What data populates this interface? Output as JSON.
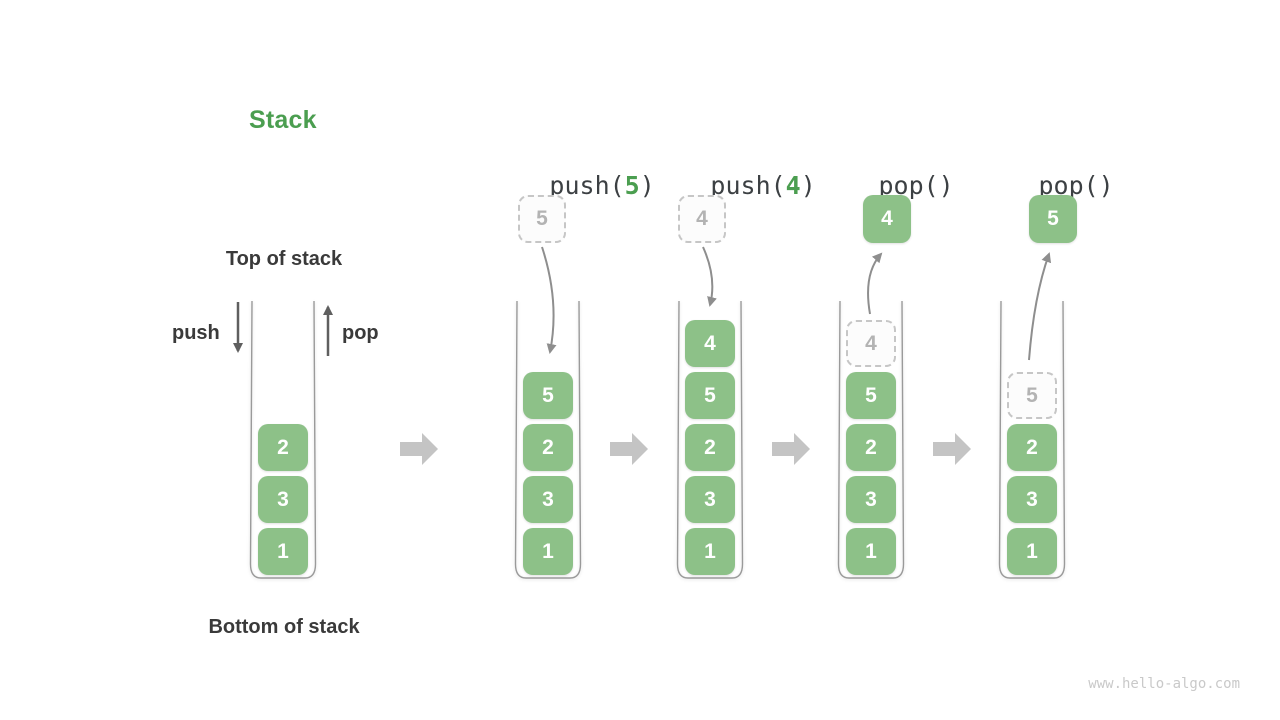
{
  "title": "Stack",
  "annotations": {
    "top_of_stack": "Top of stack",
    "bottom_of_stack": "Bottom of stack",
    "push_label": "push",
    "pop_label": "pop"
  },
  "watermark": "www.hello-algo.com",
  "colors": {
    "block_green": "#8DC188",
    "accent_green": "#4B9E50",
    "text_dark": "#3A3A3A",
    "mono_text": "#3C4043",
    "curve_arrow_gray": "#8E8E8E",
    "straight_arrow_gray": "#5F5F5F",
    "flow_arrow_gray": "#C4C4C4",
    "ghost_border_gray": "#C6C6C6",
    "ghost_text_gray": "#B3B3B3",
    "container_gray": "#9A9A9A",
    "watermark_gray": "#C9C9C9"
  },
  "columns": [
    {
      "op": null,
      "floating": null,
      "cells": [
        {
          "v": "2",
          "ghost": false
        },
        {
          "v": "3",
          "ghost": false
        },
        {
          "v": "1",
          "ghost": false
        }
      ]
    },
    {
      "op": {
        "pre": "push(",
        "arg": "5",
        "post": ")"
      },
      "floating": {
        "v": "5",
        "ghost": true
      },
      "cells": [
        {
          "v": "5",
          "ghost": false
        },
        {
          "v": "2",
          "ghost": false
        },
        {
          "v": "3",
          "ghost": false
        },
        {
          "v": "1",
          "ghost": false
        }
      ]
    },
    {
      "op": {
        "pre": "push(",
        "arg": "4",
        "post": ")"
      },
      "floating": {
        "v": "4",
        "ghost": true
      },
      "cells": [
        {
          "v": "4",
          "ghost": false
        },
        {
          "v": "5",
          "ghost": false
        },
        {
          "v": "2",
          "ghost": false
        },
        {
          "v": "3",
          "ghost": false
        },
        {
          "v": "1",
          "ghost": false
        }
      ]
    },
    {
      "op": {
        "pre": "pop()",
        "arg": "",
        "post": ""
      },
      "floating": {
        "v": "4",
        "ghost": false
      },
      "cells": [
        {
          "v": "4",
          "ghost": true
        },
        {
          "v": "5",
          "ghost": false
        },
        {
          "v": "2",
          "ghost": false
        },
        {
          "v": "3",
          "ghost": false
        },
        {
          "v": "1",
          "ghost": false
        }
      ]
    },
    {
      "op": {
        "pre": "pop()",
        "arg": "",
        "post": ""
      },
      "floating": {
        "v": "5",
        "ghost": false
      },
      "cells": [
        {
          "v": "5",
          "ghost": true
        },
        {
          "v": "2",
          "ghost": false
        },
        {
          "v": "3",
          "ghost": false
        },
        {
          "v": "1",
          "ghost": false
        }
      ]
    }
  ]
}
